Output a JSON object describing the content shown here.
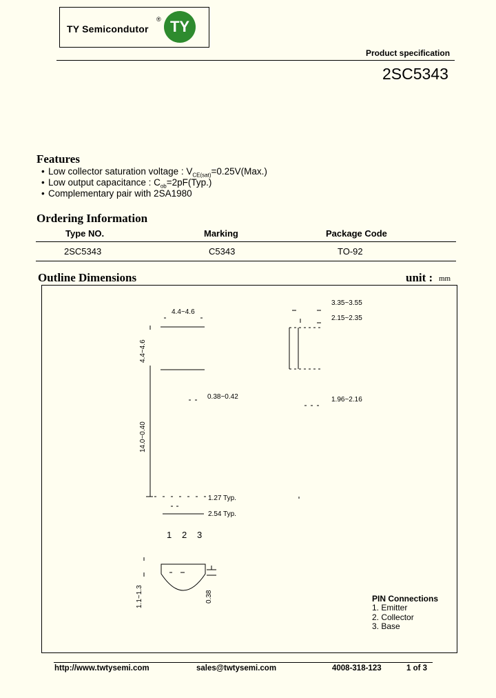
{
  "header": {
    "company": "TY Semicondutor",
    "registered_mark": "®",
    "logo_text": "TY",
    "product_spec": "Product specification",
    "part_number": "2SC5343"
  },
  "features": {
    "title": "Features",
    "items": [
      "Low collector saturation voltage : V",
      "Low output capacitance : C",
      "Complementary pair with 2SA1980"
    ],
    "item1_sub": "CE(sat)",
    "item1_rest": "=0.25V(Max.)",
    "item2_sub": "ob",
    "item2_rest": "=2pF(Typ.)",
    "bullet": "•"
  },
  "ordering": {
    "title": "Ordering Information",
    "columns": [
      "Type NO.",
      "Marking",
      "Package Code"
    ],
    "rows": [
      [
        "2SC5343",
        "C5343",
        "TO-92"
      ]
    ]
  },
  "outline": {
    "title": "Outline Dimensions",
    "unit_label": "unit :",
    "unit": "mm",
    "labels": {
      "w_top": "4.4~4.6",
      "h_body": "4.4~4.6",
      "lead_w": "0.38~0.42",
      "lead_len": "14.0~0.40",
      "pitch": "1.27 Typ.",
      "span": "2.54 Typ.",
      "side_top": "3.35~3.55",
      "side_thk": "2.15~2.35",
      "side_lead": "1.96~2.16",
      "bottom_h": "1.1~1.3",
      "bottom_lead": "0.38"
    },
    "pins": [
      "1",
      "2",
      "3"
    ]
  },
  "pin_connections": {
    "title": "PIN Connections",
    "items": [
      "1. Emitter",
      "2. Collector",
      "3. Base"
    ]
  },
  "footer": {
    "website": "http://www.twtysemi.com",
    "email": "sales@twtysemi.com",
    "phone": "4008-318-123",
    "page": "1 of 3"
  }
}
